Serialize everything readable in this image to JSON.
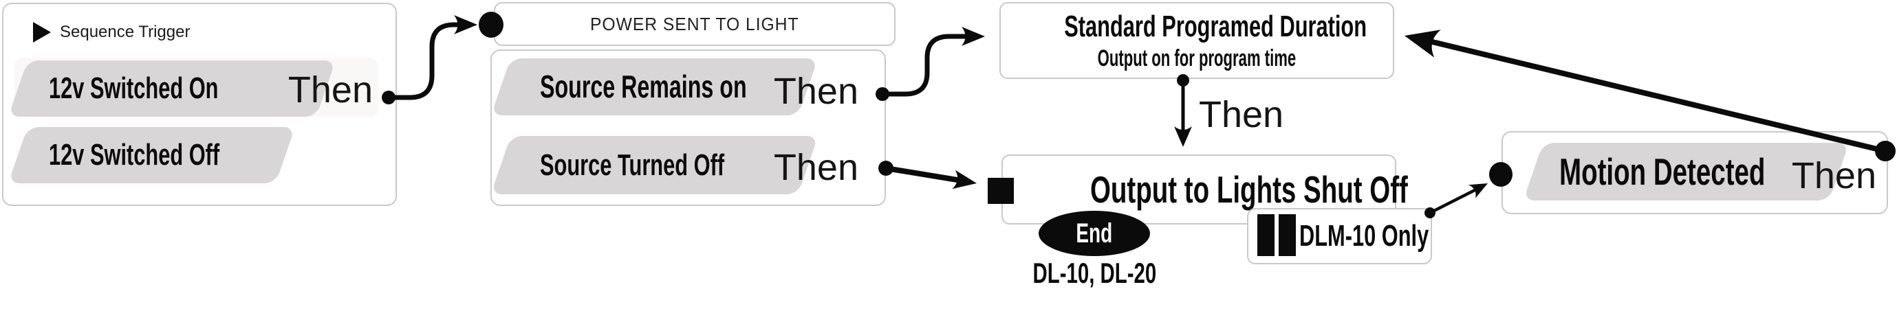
{
  "colors": {
    "background": "#ffffff",
    "box_border": "#c9c9c9",
    "parallelogram_gray": "#d9d6d7",
    "connector_black": "#0b0b0b",
    "row_highlight": "#f9f8f6"
  },
  "icons": {
    "play": "play-icon",
    "stop": "stop-icon",
    "pause": "pause-icon",
    "connector_dot": "connector-dot"
  },
  "left_panel": {
    "header": "Sequence Trigger",
    "items": [
      {
        "label": "12v Switched On",
        "then": "Then"
      },
      {
        "label": "12v Switched Off"
      }
    ]
  },
  "power_panel": {
    "title": "POWER SENT TO LIGHT",
    "items": [
      {
        "label": "Source Remains on",
        "then": "Then"
      },
      {
        "label": "Source Turned Off",
        "then": "Then"
      }
    ]
  },
  "standard_box": {
    "title": "Standard Programed Duration",
    "subtitle": "Output on for program time",
    "then": "Then"
  },
  "output_box": {
    "title": "Output to Lights Shut Off",
    "end_label": "End",
    "models": "DL-10, DL-20"
  },
  "dlm_badge": {
    "label": "DLM-10 Only"
  },
  "motion_box": {
    "label": "Motion Detected",
    "then": "Then"
  }
}
